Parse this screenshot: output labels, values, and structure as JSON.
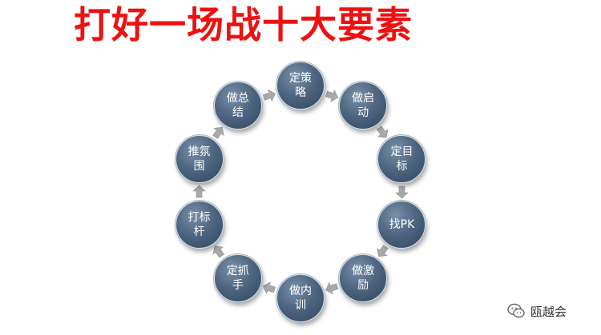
{
  "title": "打好一场战十大要素",
  "nodes": [
    {
      "label": "定策略"
    },
    {
      "label": "做启动"
    },
    {
      "label": "定目标"
    },
    {
      "label": "找PK"
    },
    {
      "label": "做激励"
    },
    {
      "label": "做内训"
    },
    {
      "label": "定抓手"
    },
    {
      "label": "打标杆"
    },
    {
      "label": "推氛围"
    },
    {
      "label": "做总结"
    }
  ],
  "colors": {
    "title": "#ee1111",
    "node_fill": "#4e6680",
    "arrow": "#a9a9a9"
  },
  "watermark": {
    "icon": "wechat-icon",
    "text": "瓯越会"
  }
}
